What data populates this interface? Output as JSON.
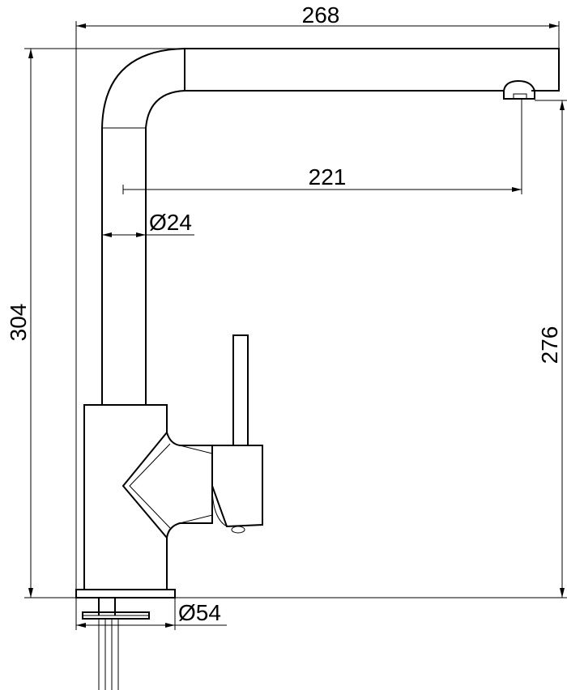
{
  "dimensions": {
    "overall_width": "268",
    "overall_height": "304",
    "spout_reach": "221",
    "spout_height": "276",
    "body_diameter": "Ø24",
    "base_diameter": "Ø54"
  },
  "colors": {
    "line": "#000000",
    "background": "#ffffff"
  }
}
